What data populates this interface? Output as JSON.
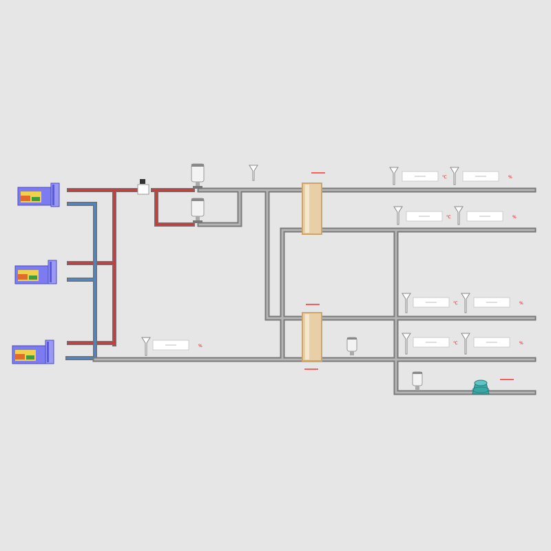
{
  "title": "",
  "colors": {
    "background": "#e6e6e6",
    "pipe_gray": "#8e8e8e",
    "pipe_hot": "#cc3b3b",
    "pipe_cold": "#4f86c6",
    "tank_fill": "#e8cfa8",
    "tank_edge": "#cda46a",
    "boiler": "#7c7cf0",
    "cooling_tower": "#3aa7a7",
    "label_red": "#ff0000",
    "readout_bg": "#ffffff"
  },
  "units": {
    "temperature": "℃",
    "percent": "%"
  },
  "labels": {
    "tank_top_caption": "",
    "tank_bottom_caption_top": "",
    "tank_bottom_caption_bottom": "",
    "tower_caption": ""
  },
  "readouts": [
    {
      "id": "r1",
      "value": ""
    },
    {
      "id": "r2",
      "value": ""
    },
    {
      "id": "r3",
      "value": ""
    },
    {
      "id": "r4",
      "value": ""
    },
    {
      "id": "r5",
      "value": ""
    },
    {
      "id": "r6",
      "value": ""
    },
    {
      "id": "r7",
      "value": ""
    },
    {
      "id": "r8",
      "value": ""
    },
    {
      "id": "r9",
      "value": ""
    },
    {
      "id": "r10",
      "value": ""
    },
    {
      "id": "r11",
      "value": ""
    }
  ]
}
